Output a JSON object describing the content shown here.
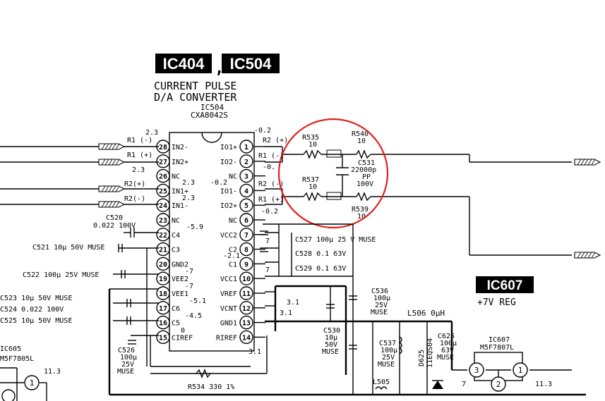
{
  "badges": {
    "ic404": "IC404",
    "comma": ",",
    "ic504": "IC504",
    "ic607": "IC607"
  },
  "heading": {
    "line1": "CURRENT PULSE",
    "line2": "D/A CONVERTER",
    "chip_ref": "IC504",
    "chip_part": "CXA8042S"
  },
  "reg": {
    "label": "+7V REG",
    "ref": "IC607",
    "part": "M5F7807L",
    "pins": [
      "3",
      "1",
      "2"
    ],
    "v_out": "11.3"
  },
  "left_reg": {
    "ref": "IC605",
    "part": "M5F7805L",
    "pin": "1",
    "v": "11.3"
  },
  "ic_pins": {
    "left": [
      {
        "num": "28",
        "name": "IN2-"
      },
      {
        "num": "27",
        "name": "IN2+"
      },
      {
        "num": "26",
        "name": "NC"
      },
      {
        "num": "25",
        "name": "IN1+"
      },
      {
        "num": "24",
        "name": "IN1-"
      },
      {
        "num": "23",
        "name": "NC"
      },
      {
        "num": "22",
        "name": "C4"
      },
      {
        "num": "21",
        "name": "C3"
      },
      {
        "num": "20",
        "name": "GND2"
      },
      {
        "num": "19",
        "name": "VEE2"
      },
      {
        "num": "18",
        "name": "VEE1"
      },
      {
        "num": "17",
        "name": "C6"
      },
      {
        "num": "16",
        "name": "C5"
      },
      {
        "num": "15",
        "name": "CIREF"
      }
    ],
    "right": [
      {
        "num": "1",
        "name": "IO1+"
      },
      {
        "num": "2",
        "name": "IO2-"
      },
      {
        "num": "3",
        "name": "NC"
      },
      {
        "num": "4",
        "name": "IO1-"
      },
      {
        "num": "5",
        "name": "IO2+"
      },
      {
        "num": "6",
        "name": "NC"
      },
      {
        "num": "7",
        "name": "VCC2"
      },
      {
        "num": "8",
        "name": "C2"
      },
      {
        "num": "9",
        "name": "C1"
      },
      {
        "num": "10",
        "name": "VCC1"
      },
      {
        "num": "11",
        "name": "VREF"
      },
      {
        "num": "12",
        "name": "VCNT"
      },
      {
        "num": "13",
        "name": "GND1"
      },
      {
        "num": "14",
        "name": "RIREF"
      }
    ]
  },
  "input_labels": [
    "R1 (-)",
    "R1 (+)",
    "R2(+)",
    "R2(-)"
  ],
  "output_labels": [
    "R2 (+)",
    "R1 (-)",
    "R2 (-)",
    "R1 (+)"
  ],
  "voltages": {
    "v23_top": "2.3",
    "v23_b": "2.3",
    "v23_c": "2.3",
    "v23_d": "2.3",
    "vm02_a": "-0.2",
    "vm02_b": "-0.2",
    "vm02_c": "-0.2",
    "vm02_d": "-0.",
    "vm02_e": "-0.2",
    "vm59": "-5.9",
    "v7_a": "7",
    "v7_b": "7",
    "vm21": "-2.1",
    "vm7_a": "-7",
    "vm7_b": "-7",
    "vm51": "-5.1",
    "vm45": "-4.5",
    "v0": "0",
    "v31_a": "3.1",
    "v31_b": "3.1",
    "v31_c": "3.1",
    "v7_reg": "7"
  },
  "components": {
    "r535": {
      "ref": "R535",
      "val": "10"
    },
    "r540": {
      "ref": "R540",
      "val": "10"
    },
    "r537": {
      "ref": "R537",
      "val": "10"
    },
    "r539": {
      "ref": "R539",
      "val": "10"
    },
    "c531": {
      "ref": "C531",
      "val": "22000p",
      "type": "PP",
      "v": "100V"
    },
    "c520": {
      "ref": "C520",
      "val": "0.022 100V"
    },
    "c521": "C521 10µ 50V MUSE",
    "c522": "C522 100µ 25V MUSE",
    "c523": "C523 10µ 50V MUSE",
    "c524": "C524  0.022 100V",
    "c525": "C525 10µ 50V MUSE",
    "c526": {
      "ref": "C526",
      "val": "100µ",
      "v": "25V",
      "type": "MUSE"
    },
    "c527": "C527 100µ 25 V MUSE",
    "c528": "C528 0.1 63V",
    "c529": "C529 0.1 63V",
    "c530": {
      "ref": "C530",
      "val": "10µ",
      "v": "50V",
      "type": "MUSE"
    },
    "c536": {
      "ref": "C536",
      "val": "100µ",
      "v": "25V",
      "type": "MUSE"
    },
    "c537": {
      "ref": "C537",
      "val": "100µ",
      "v": "25V",
      "type": "MUSE"
    },
    "c625": {
      "ref": "C625",
      "val": "100µ",
      "v": "63V",
      "type": "MUSE"
    },
    "d625": {
      "ref": "D625",
      "part": "11EQS04"
    },
    "l506": "L506 0µH",
    "l505": "L505",
    "r534": "R534 330 1%"
  }
}
